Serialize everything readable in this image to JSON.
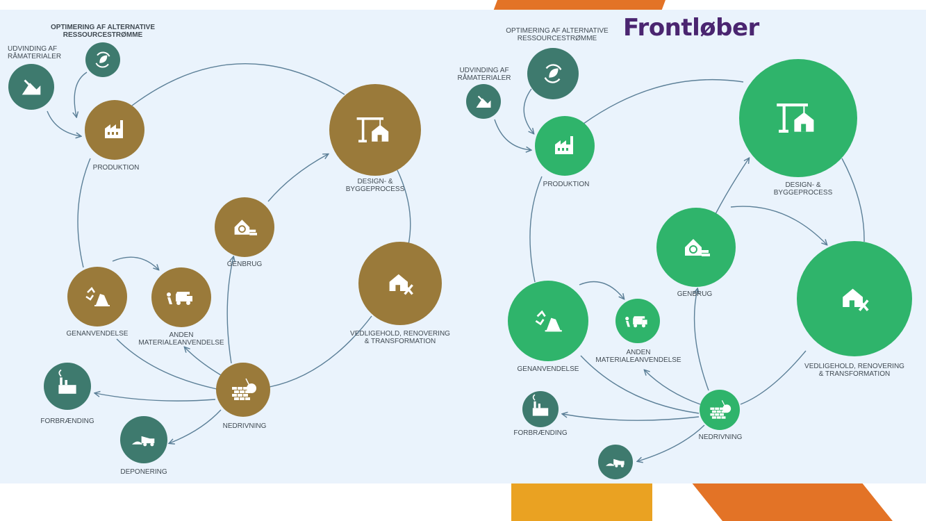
{
  "title": "Frontløber",
  "colors": {
    "left_node": "#9a7a3a",
    "right_node": "#2fb46b",
    "dark_node": "#3e7a6e",
    "arrow": "#5b7f97",
    "panel_bg": "#eaf3fc",
    "accent_orange": "#e37326",
    "accent_yellow": "#eaa222"
  },
  "left": {
    "labels": {
      "optimering": [
        "OPTIMERING AF ALTERNATIVE",
        "RESSOURCESTRØMME"
      ],
      "udvinding": [
        "UDVINDING AF",
        "RÅMATERIALER"
      ],
      "produktion": [
        "PRODUKTION"
      ],
      "design": [
        "DESIGN- &",
        "BYGGEPROCESS"
      ],
      "genbrug": [
        "GENBRUG"
      ],
      "vedligehold": [
        "VEDLIGEHOLD, RENOVERING",
        "& TRANSFORMATION"
      ],
      "genanvendelse": [
        "GENANVENDELSE"
      ],
      "anden": [
        "ANDEN",
        "MATERIALEANVENDELSE"
      ],
      "forbraending": [
        "FORBRÆNDING"
      ],
      "nedrivning": [
        "NEDRIVNING"
      ],
      "deponering": [
        "DEPONERING"
      ]
    }
  },
  "right": {
    "labels": {
      "optimering": [
        "OPTIMERING AF ALTERNATIVE",
        "RESSOURCESTRØMME"
      ],
      "udvinding": [
        "UDVINDING AF",
        "RÅMATERIALER"
      ],
      "produktion": [
        "PRODUKTION"
      ],
      "design": [
        "DESIGN- &",
        "BYGGEPROCESS"
      ],
      "genbrug": [
        "GENBRUG"
      ],
      "vedligehold": [
        "VEDLIGEHOLD, RENOVERING",
        "& TRANSFORMATION"
      ],
      "genanvendelse": [
        "GENANVENDELSE"
      ],
      "anden": [
        "ANDEN",
        "MATERIALEANVENDELSE"
      ],
      "forbraending": [
        "FORBRÆNDING"
      ],
      "nedrivning": [
        "NEDRIVNING"
      ]
    }
  },
  "icons": {
    "optimering": "recycle-leaf-icon",
    "udvinding": "mining-icon",
    "produktion": "factory-icon",
    "design": "crane-house-icon",
    "genbrug": "recycle-house-icon",
    "vedligehold": "house-tools-icon",
    "genanvendelse": "recycle-rubble-icon",
    "anden": "worker-truck-icon",
    "forbraending": "incinerator-icon",
    "nedrivning": "wrecking-ball-icon",
    "deponering": "dump-truck-icon"
  }
}
